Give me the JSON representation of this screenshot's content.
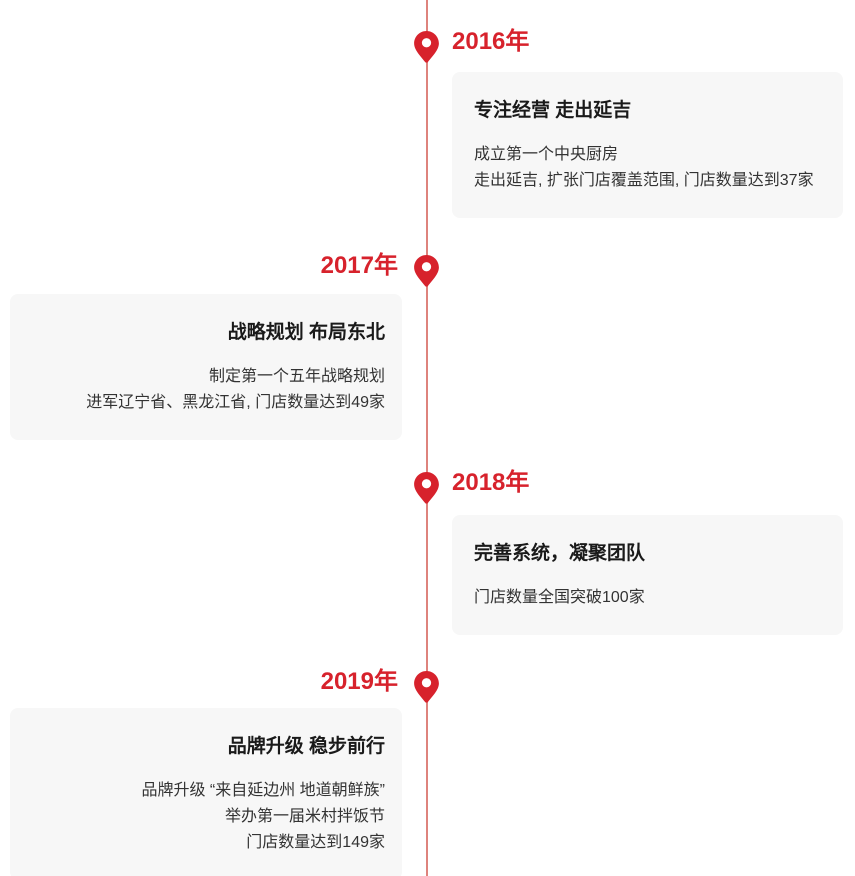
{
  "theme": {
    "accent_red": "#d7222c",
    "axis_line_red": "#de837d",
    "card_background": "#f7f7f7",
    "title_color": "#1a1a1a",
    "body_color": "#333333",
    "page_background": "#ffffff"
  },
  "icons": {
    "pin": "location-pin"
  },
  "timeline": {
    "items": [
      {
        "year": "2016年",
        "side": "right",
        "title": "专注经营 走出延吉",
        "lines": [
          "成立第一个中央厨房",
          "走出延吉, 扩张门店覆盖范围, 门店数量达到37家"
        ]
      },
      {
        "year": "2017年",
        "side": "left",
        "title": "战略规划 布局东北",
        "lines": [
          "制定第一个五年战略规划",
          "进军辽宁省、黑龙江省, 门店数量达到49家"
        ]
      },
      {
        "year": "2018年",
        "side": "right",
        "title": "完善系统，凝聚团队",
        "lines": [
          "门店数量全国突破100家"
        ]
      },
      {
        "year": "2019年",
        "side": "left",
        "title": "品牌升级 稳步前行",
        "lines": [
          "品牌升级 “来自延边州 地道朝鲜族”",
          "举办第一届米村拌饭节",
          "门店数量达到149家"
        ]
      }
    ]
  }
}
